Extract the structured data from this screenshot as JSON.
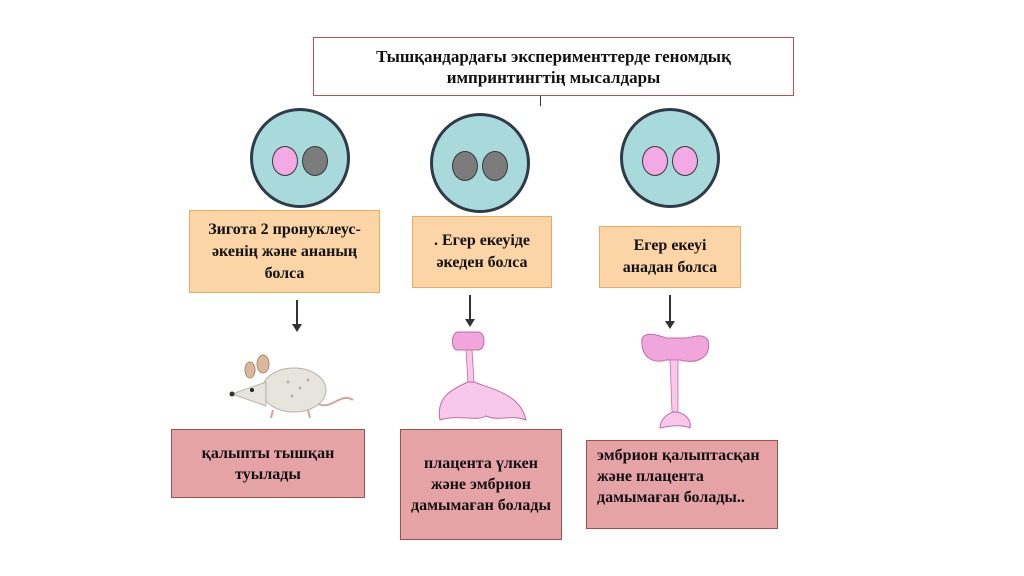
{
  "title": "Тышқандардағы эксперименттерде геномдық импринтингтің мысалдары",
  "columns": [
    {
      "condition": "Зигота 2 пронуклеус- әкенің және ананың болса",
      "result": "қалыпты тышқан туылады",
      "pronuclei": [
        "pink",
        "grey"
      ],
      "illustration": "mouse-icon"
    },
    {
      "condition": ". Егер екеуіде әкеден болса",
      "result": "плацента үлкен және эмбрион дамымаған болады",
      "pronuclei": [
        "grey",
        "grey"
      ],
      "illustration": "large-placenta-small-embryo-icon"
    },
    {
      "condition": "Егер екеуі анадан болса",
      "result": "эмбрион қалыптасқан және плацента дамымаған болады..",
      "pronuclei": [
        "pink",
        "pink"
      ],
      "illustration": "embryo-small-placenta-icon"
    }
  ],
  "colors": {
    "cell_fill": "#a8dadc",
    "maternal_pronucleus": "#f2a9e4",
    "paternal_pronucleus": "#7c7c7c",
    "condition_box": "#fcd5a6",
    "result_box": "#e6a3a6"
  }
}
